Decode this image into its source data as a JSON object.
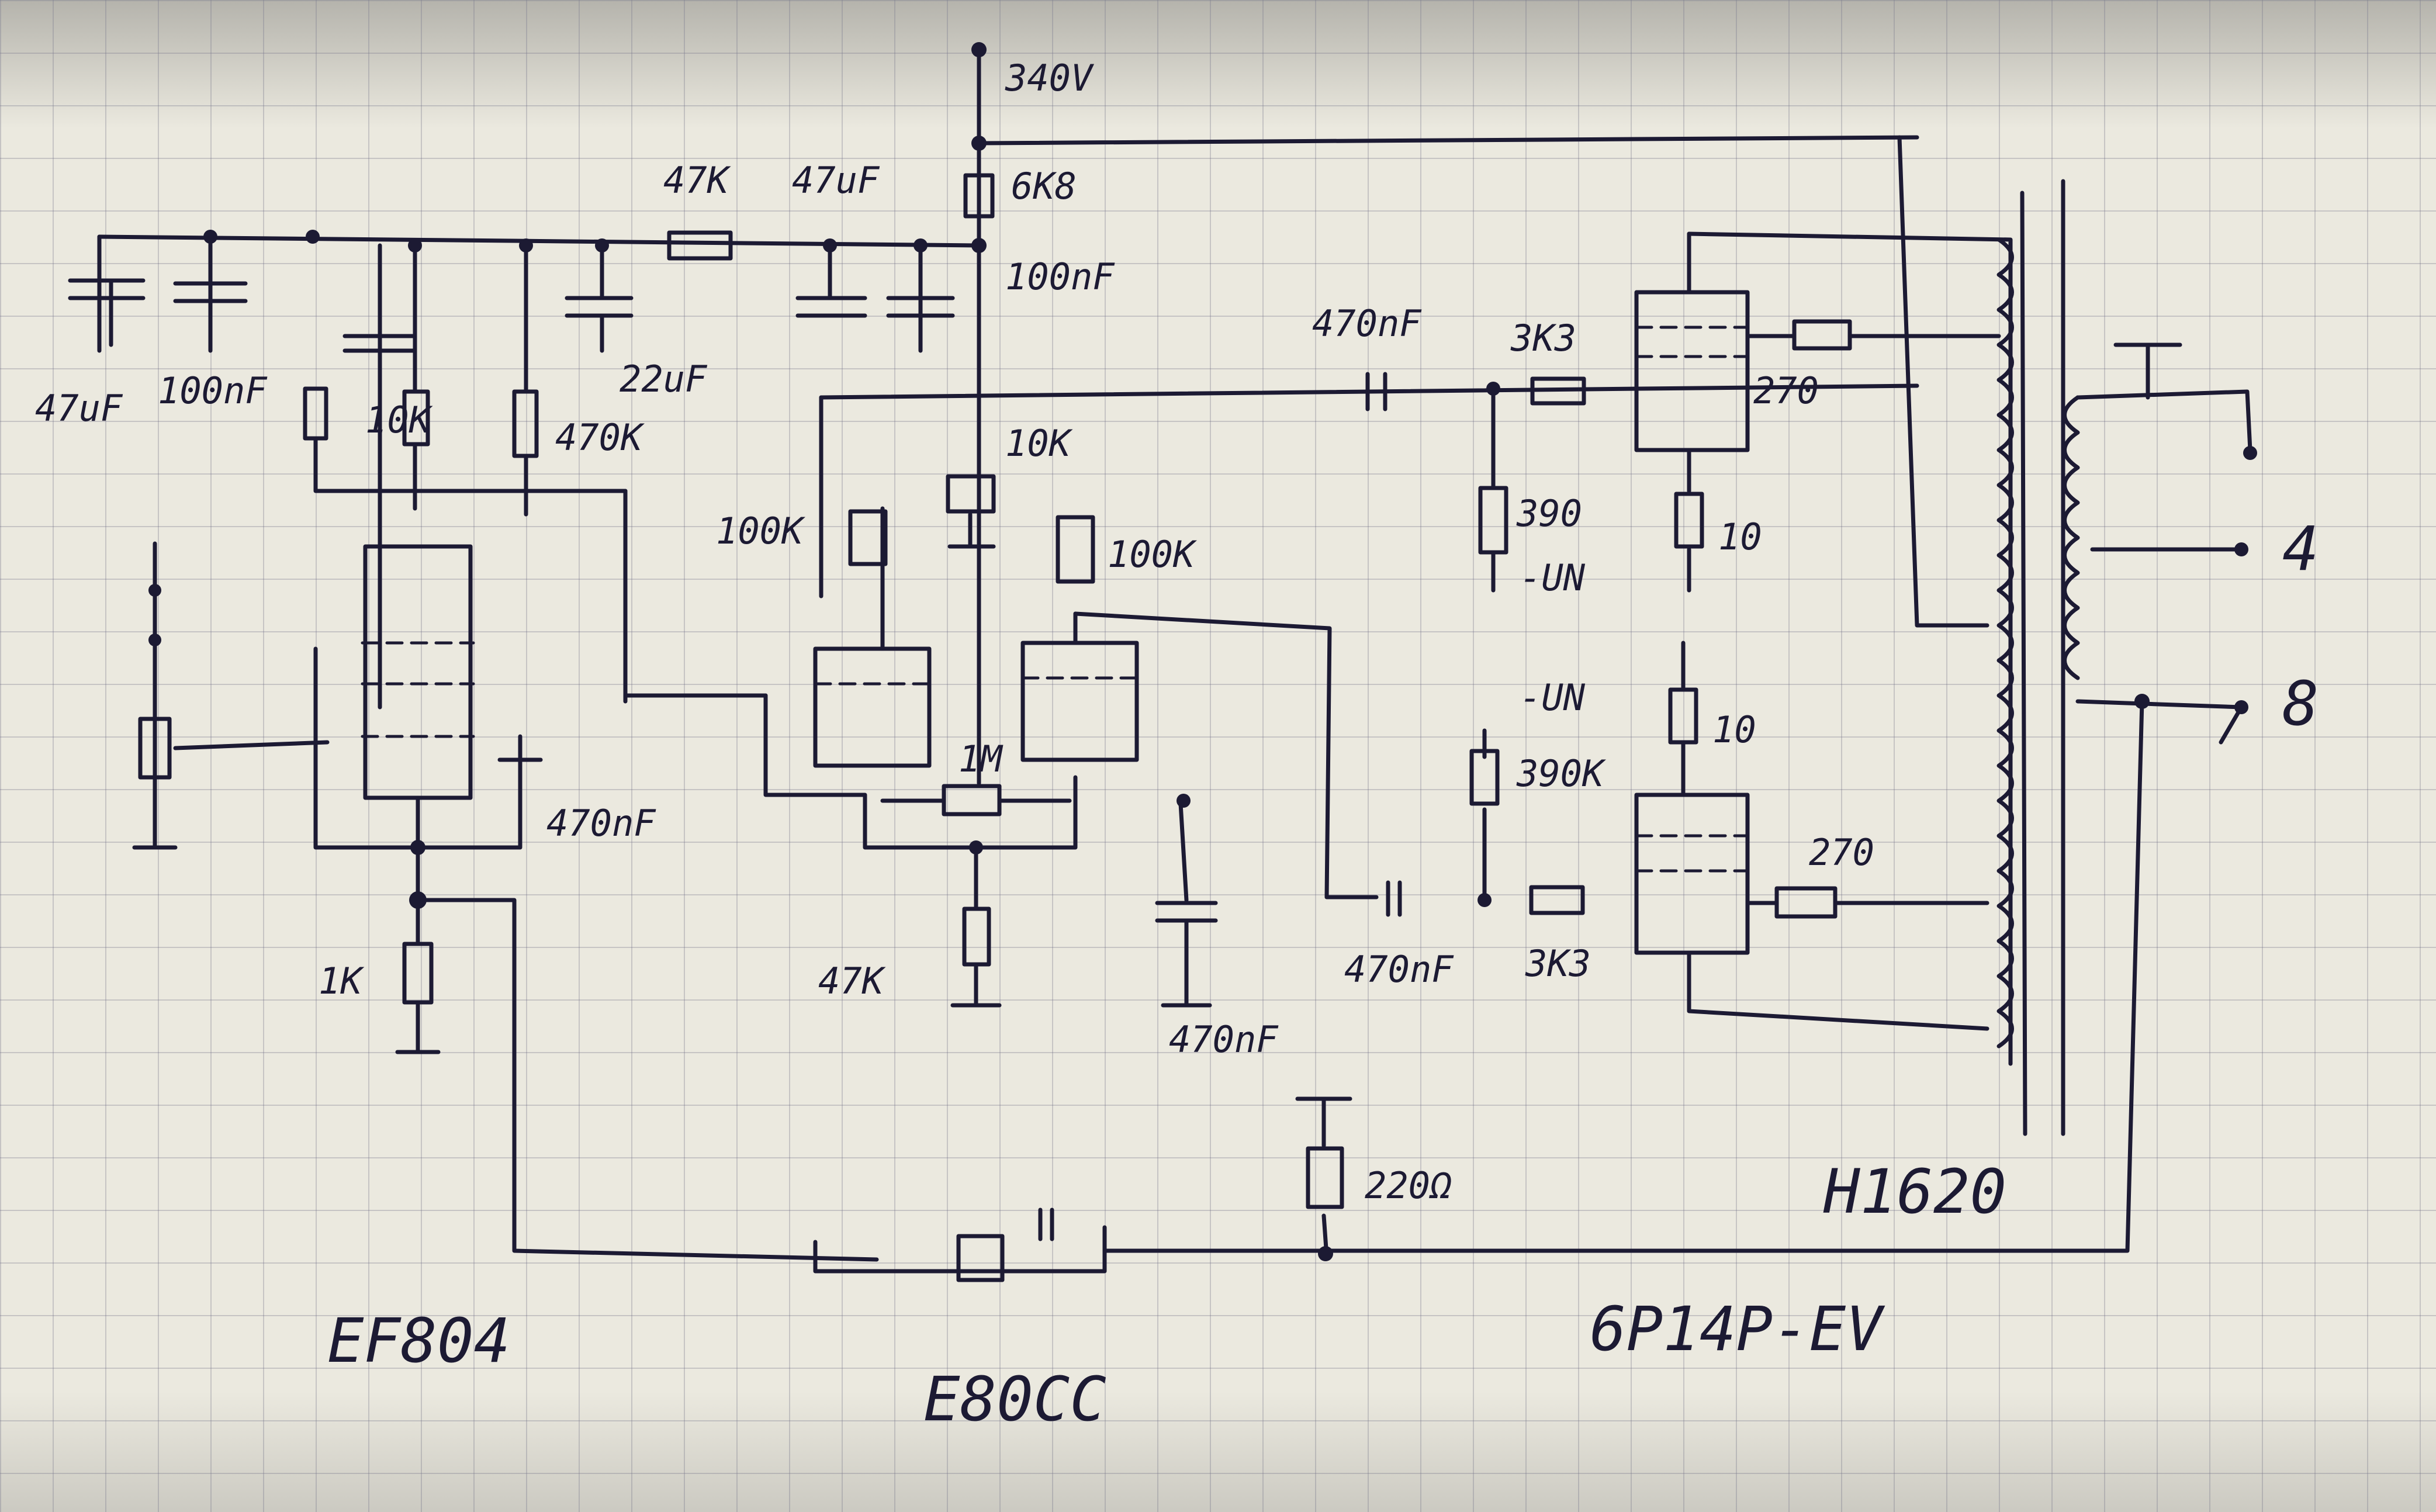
{
  "supply": {
    "voltage": "340V"
  },
  "components": {
    "r_drop1": "47K",
    "c_filter_mid": "47uF",
    "r_supply": "6K8",
    "c_supply": "100nF",
    "c_main": "47uF",
    "c_main_bypass": "100nF",
    "c_dec": "22uF",
    "r_screen": "10K",
    "r_plate_pent": "470K",
    "c_screen": "470nF",
    "r_cathode_pent": "1K",
    "r_plate_a": "100K",
    "r_plate_b": "100K",
    "r_tail_top": "10K",
    "r_grid_link": "1M",
    "r_tail": "47K",
    "c_grid_b": "470nF",
    "c_couple_top": "470nF",
    "c_couple_bot": "470nF",
    "r_stop_top": "3K3",
    "r_stop_bot": "3K3",
    "r_bias_top": "390",
    "r_bias_bot": "390K",
    "bias_top": "-UN",
    "bias_bot": "-UN",
    "r_screen_top": "270",
    "r_screen_bot": "270",
    "r_cath_top": "10",
    "r_cath_bot": "10",
    "r_fb": "220Ω",
    "tap_4": "4",
    "tap_8": "8"
  },
  "tubes": {
    "input": "EF804",
    "driver": "E80CC",
    "output": "6P14P-EV",
    "transformer": "H1620"
  }
}
